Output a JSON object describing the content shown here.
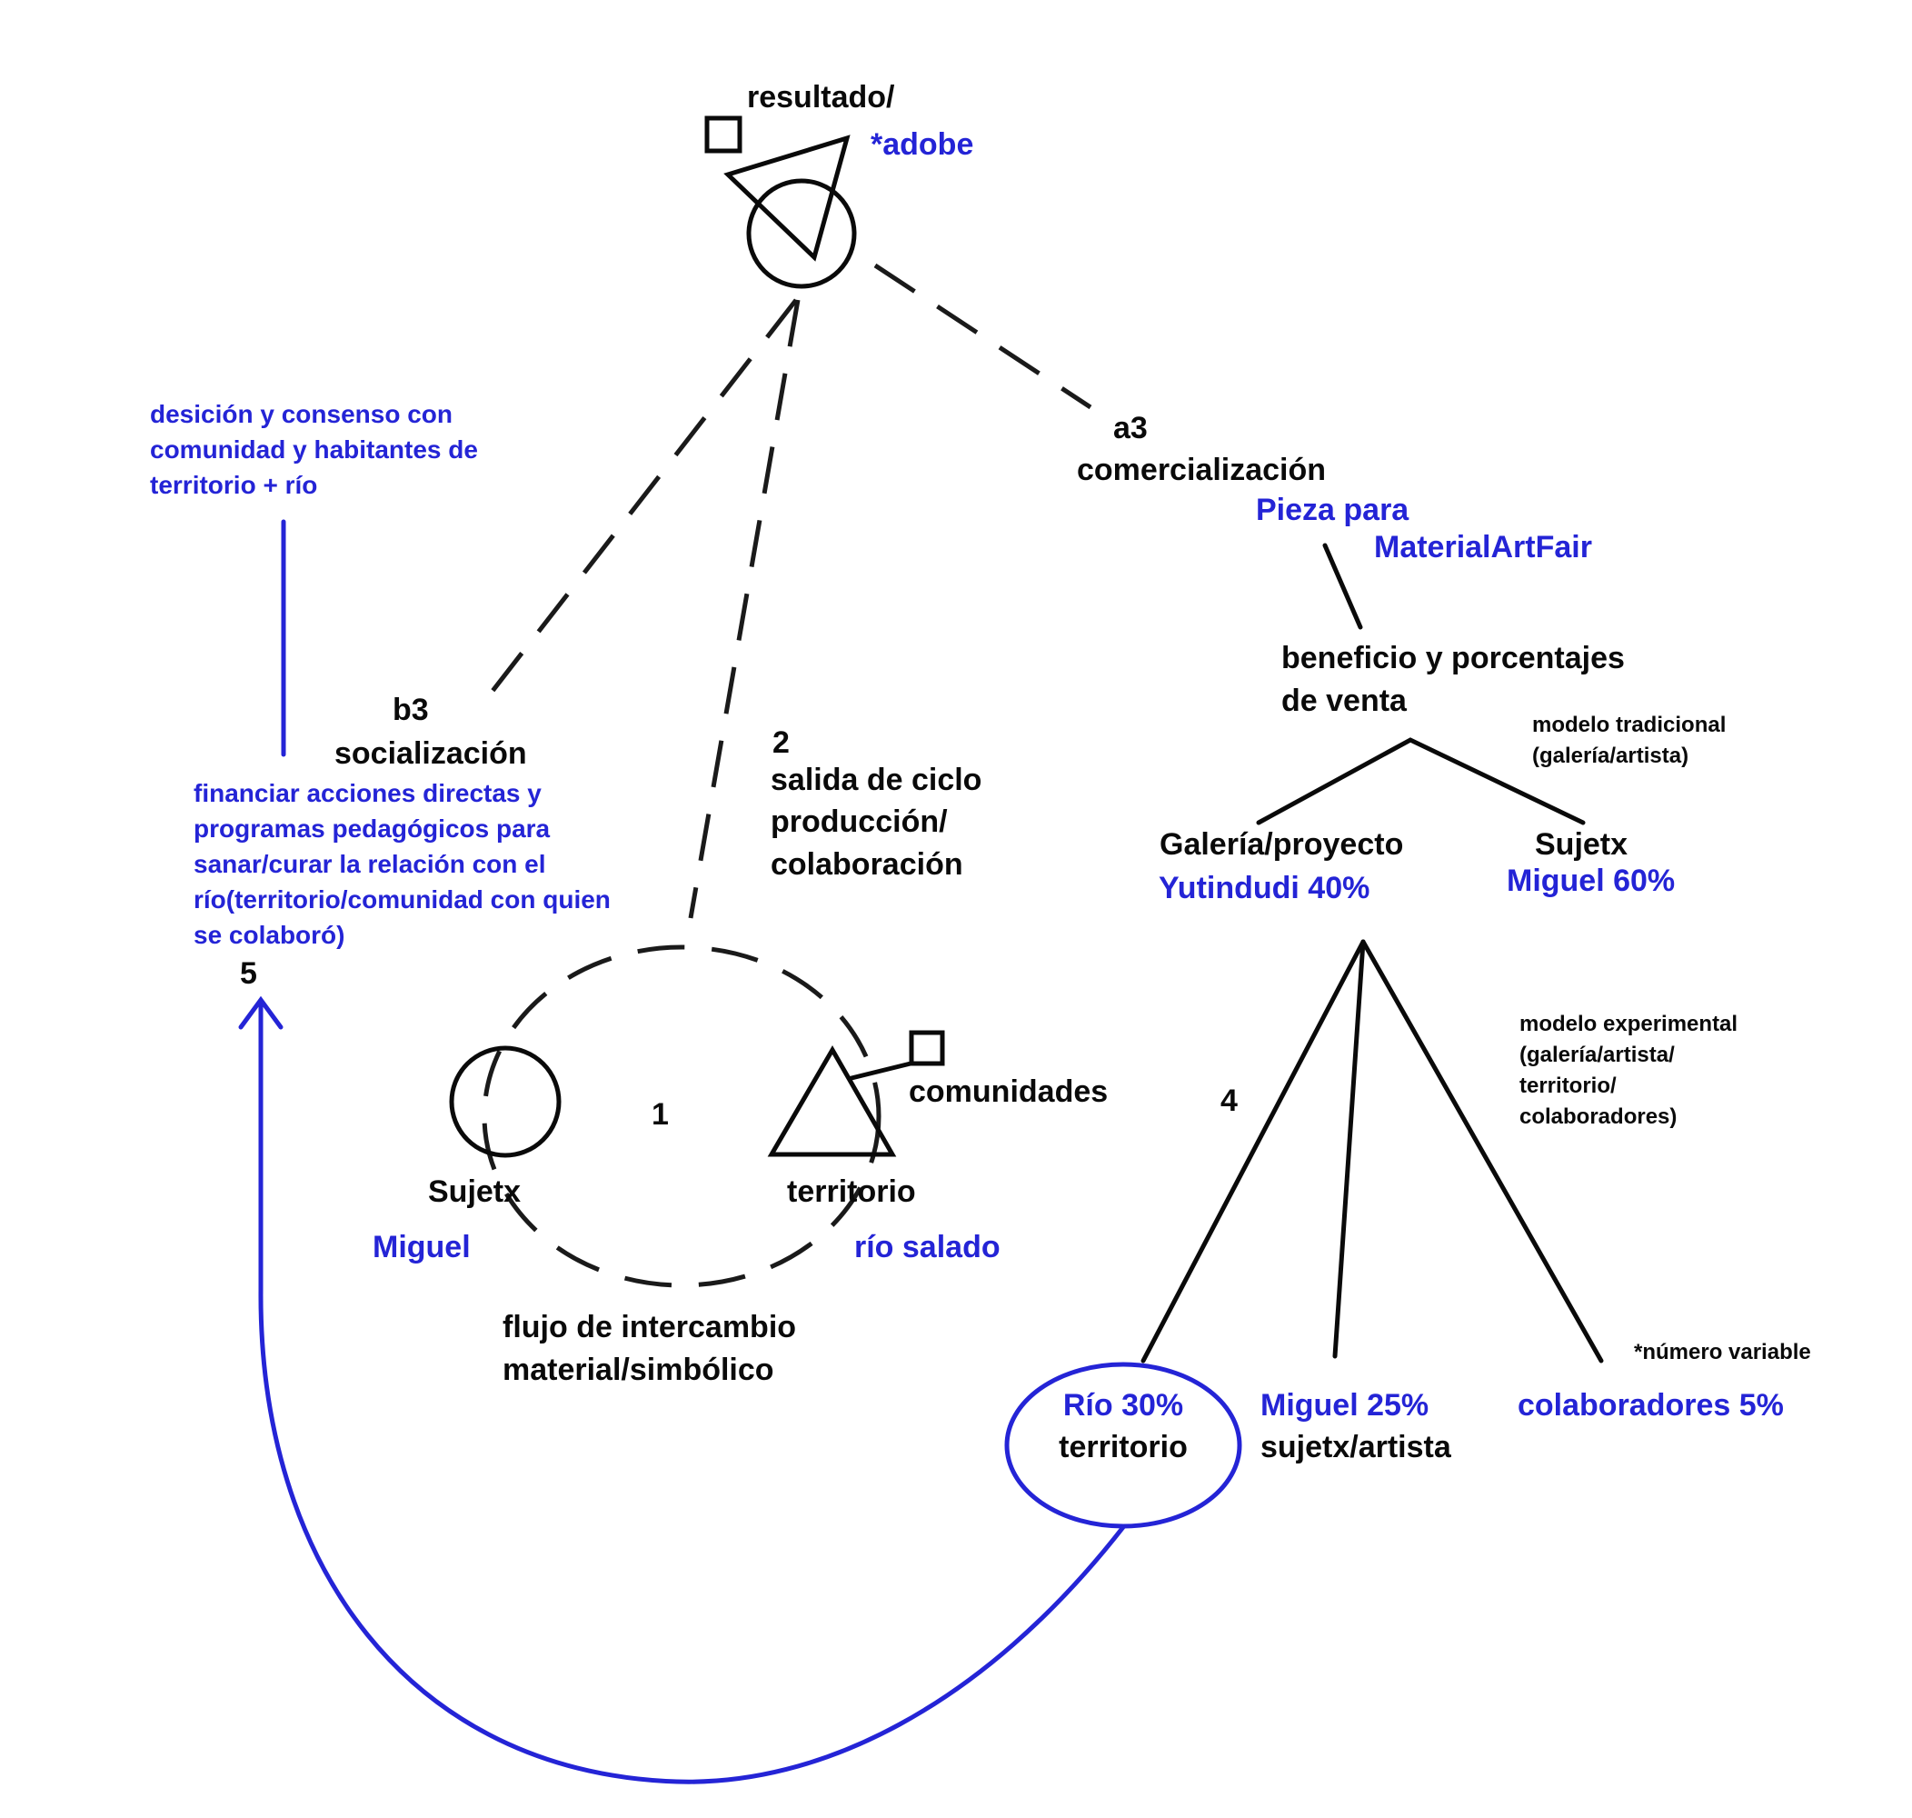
{
  "colors": {
    "black": "#0a0a0a",
    "blue": "#2424d6"
  },
  "top": {
    "label_resultado": "resultado/",
    "label_adobe": "*adobe"
  },
  "branch_a3": {
    "code": "a3",
    "label": "comercialización",
    "piece_line1": "Pieza para",
    "piece_line2": "MaterialArtFair",
    "benefit_line1": "beneficio y porcentajes",
    "benefit_line2": "de venta"
  },
  "traditional_model": {
    "label_line1": "modelo tradicional",
    "label_line2": "(galería/artista)",
    "left_label": "Galería/proyecto",
    "left_value": "Yutindudi 40%",
    "right_label": "Sujetx",
    "right_value": "Miguel 60%"
  },
  "experimental_model": {
    "number": "4",
    "label_line1": "modelo experimental",
    "label_line2": "(galería/artista/",
    "label_line3": "territorio/",
    "label_line4": "colaboradores)",
    "note": "*número variable",
    "rio_value": "Río 30%",
    "rio_label": "territorio",
    "miguel_value": "Miguel 25%",
    "miguel_label": "sujetx/artista",
    "colab_value": "colaboradores 5%"
  },
  "branch_b3": {
    "code": "b3",
    "label": "socialización",
    "desc_lines": [
      "financiar acciones directas y",
      "programas pedagógicos para",
      "sanar/curar la relación con el",
      "río(territorio/comunidad con quien",
      "se colaboró)"
    ]
  },
  "decision": {
    "lines": [
      "desición y consenso con",
      "comunidad y habitantes de",
      "territorio + río"
    ]
  },
  "step2": {
    "number": "2",
    "line1": "salida de ciclo",
    "line2": "producción/",
    "line3": "colaboración"
  },
  "step5": {
    "number": "5"
  },
  "core": {
    "number": "1",
    "sujetx_label": "Sujetx",
    "sujetx_name": "Miguel",
    "territorio_label": "territorio",
    "territorio_name": "río salado",
    "comunidades": "comunidades",
    "flow_line1": "flujo de intercambio",
    "flow_line2": "material/simbólico"
  }
}
